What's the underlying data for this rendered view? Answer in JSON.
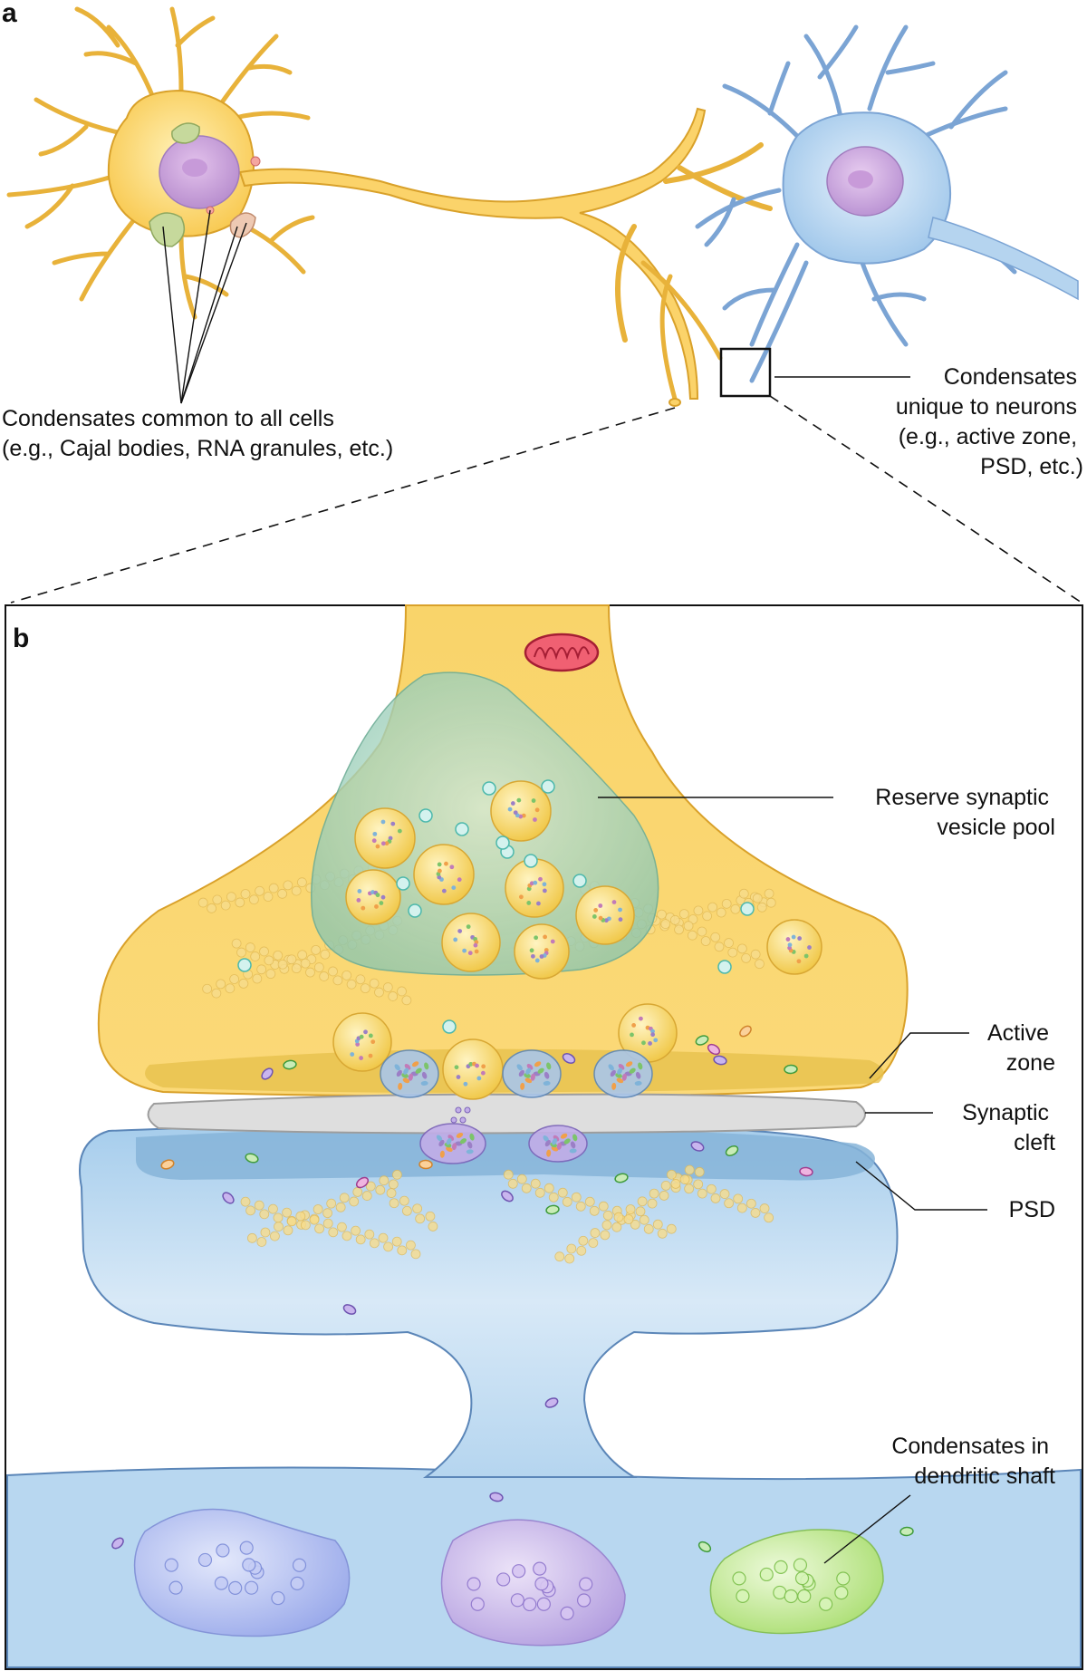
{
  "panels": {
    "a": "a",
    "b": "b"
  },
  "panel_a": {
    "label_common": [
      "Condensates common to all cells",
      "(e.g., Cajal bodies, RNA granules, etc.)"
    ],
    "label_unique": [
      "Condensates",
      "unique to neurons",
      "(e.g., active zone,",
      "PSD, etc.)"
    ]
  },
  "panel_b": {
    "label_reserve": [
      "Reserve synaptic",
      "vesicle pool"
    ],
    "label_active_zone": [
      "Active",
      "zone"
    ],
    "label_synaptic_cleft": [
      "Synaptic",
      "cleft"
    ],
    "label_psd": "PSD",
    "label_dendritic": [
      "Condensates in",
      "dendritic shaft"
    ]
  },
  "colors": {
    "presynaptic_neuron": "#fbd36a",
    "postsynaptic_neuron": "#a9cdee",
    "nucleus": "#c9a0d8",
    "reserve_pool": "#9fd1c0",
    "vesicle": "#f7d765",
    "cleft": "#d9d9d9",
    "psd": "#7fb0d4",
    "mitochondrion": "#d9394c",
    "condensate_blue": "#a9b6ee",
    "condensate_purple": "#c1a9e6",
    "condensate_green": "#b9e68a"
  }
}
